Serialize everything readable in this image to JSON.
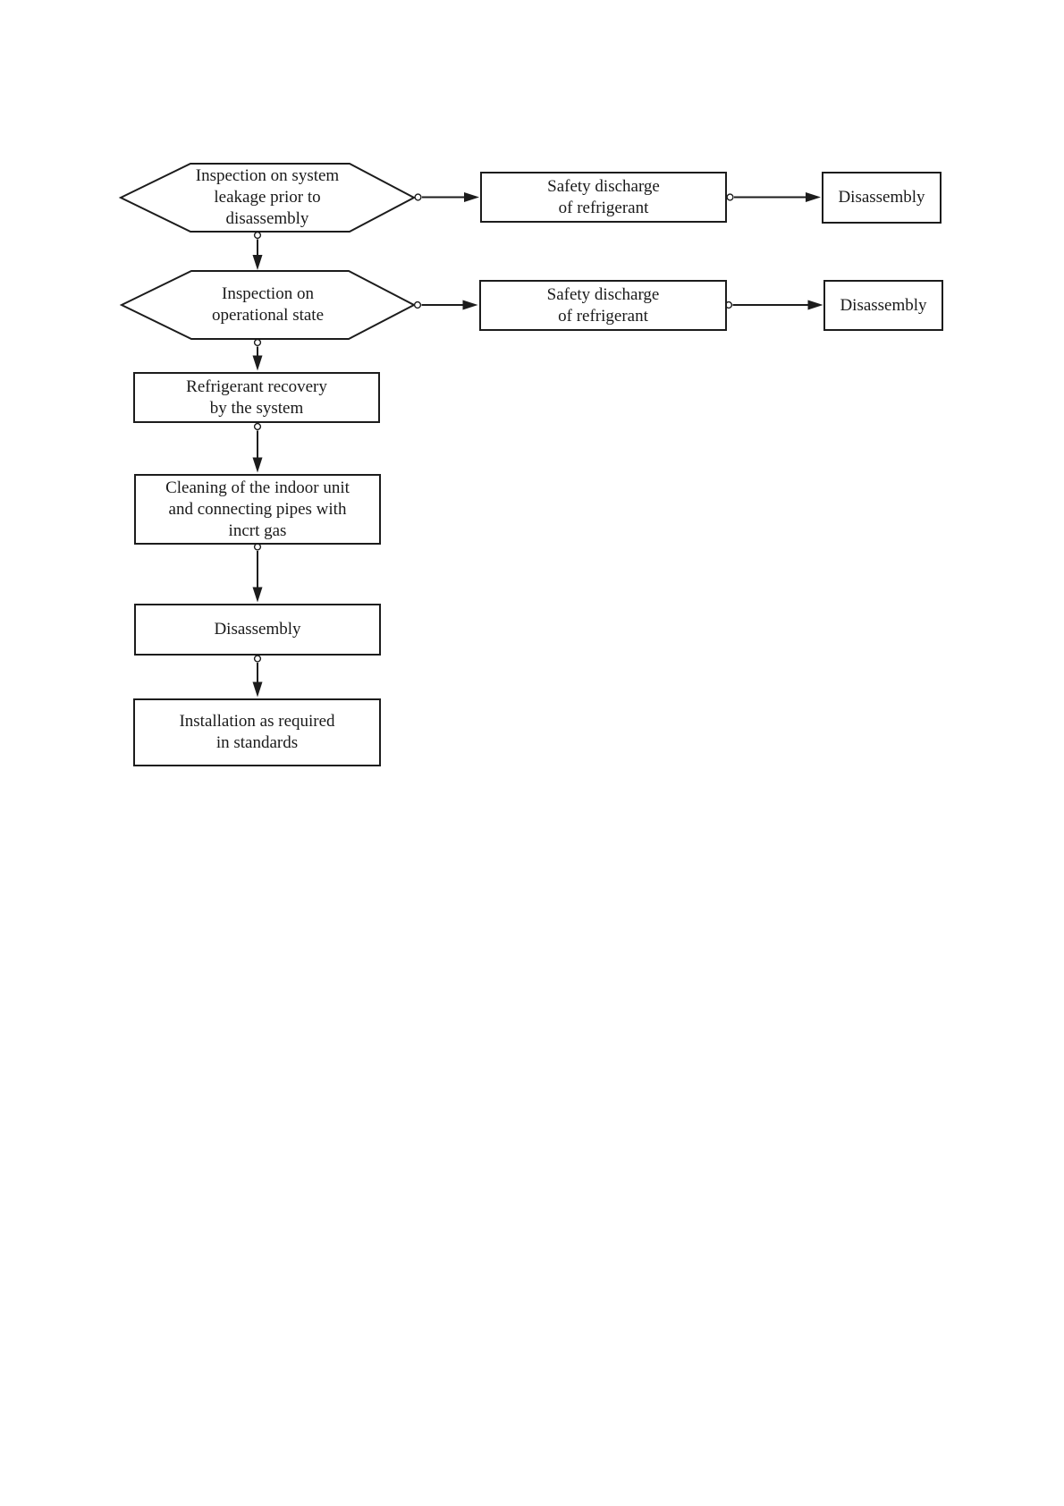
{
  "page": {
    "background_color": "#ffffff",
    "line_color": "#1c1c1c",
    "text_color": "#1a1a1a"
  },
  "diagram": {
    "type": "flowchart",
    "nodes": [
      {
        "id": "inspection-leakage",
        "shape": "hexagon",
        "label": "Inspection on system\nleakage prior to\ndisassembly"
      },
      {
        "id": "safety-discharge-1",
        "shape": "rectangle",
        "label": "Safety discharge\nof refrigerant"
      },
      {
        "id": "disassembly-branch-1",
        "shape": "rectangle",
        "label": "Disassembly"
      },
      {
        "id": "inspection-operational",
        "shape": "hexagon",
        "label": "Inspection on\noperational state"
      },
      {
        "id": "safety-discharge-2",
        "shape": "rectangle",
        "label": "Safety discharge\nof refrigerant"
      },
      {
        "id": "disassembly-branch-2",
        "shape": "rectangle",
        "label": "Disassembly"
      },
      {
        "id": "refrigerant-recovery",
        "shape": "rectangle",
        "label": "Refrigerant recovery\nby the system"
      },
      {
        "id": "cleaning-inert-gas",
        "shape": "rectangle",
        "label": "Cleaning of the indoor unit\nand connecting pipes with\nincrt gas"
      },
      {
        "id": "disassembly-main",
        "shape": "rectangle",
        "label": "Disassembly"
      },
      {
        "id": "installation-standards",
        "shape": "rectangle",
        "label": "Installation as required\nin standards"
      }
    ],
    "edges": [
      {
        "from": "inspection-leakage",
        "to": "safety-discharge-1",
        "direction": "right"
      },
      {
        "from": "safety-discharge-1",
        "to": "disassembly-branch-1",
        "direction": "right"
      },
      {
        "from": "inspection-leakage",
        "to": "inspection-operational",
        "direction": "down"
      },
      {
        "from": "inspection-operational",
        "to": "safety-discharge-2",
        "direction": "right"
      },
      {
        "from": "safety-discharge-2",
        "to": "disassembly-branch-2",
        "direction": "right"
      },
      {
        "from": "inspection-operational",
        "to": "refrigerant-recovery",
        "direction": "down"
      },
      {
        "from": "refrigerant-recovery",
        "to": "cleaning-inert-gas",
        "direction": "down"
      },
      {
        "from": "cleaning-inert-gas",
        "to": "disassembly-main",
        "direction": "down"
      },
      {
        "from": "disassembly-main",
        "to": "installation-standards",
        "direction": "down"
      }
    ]
  }
}
